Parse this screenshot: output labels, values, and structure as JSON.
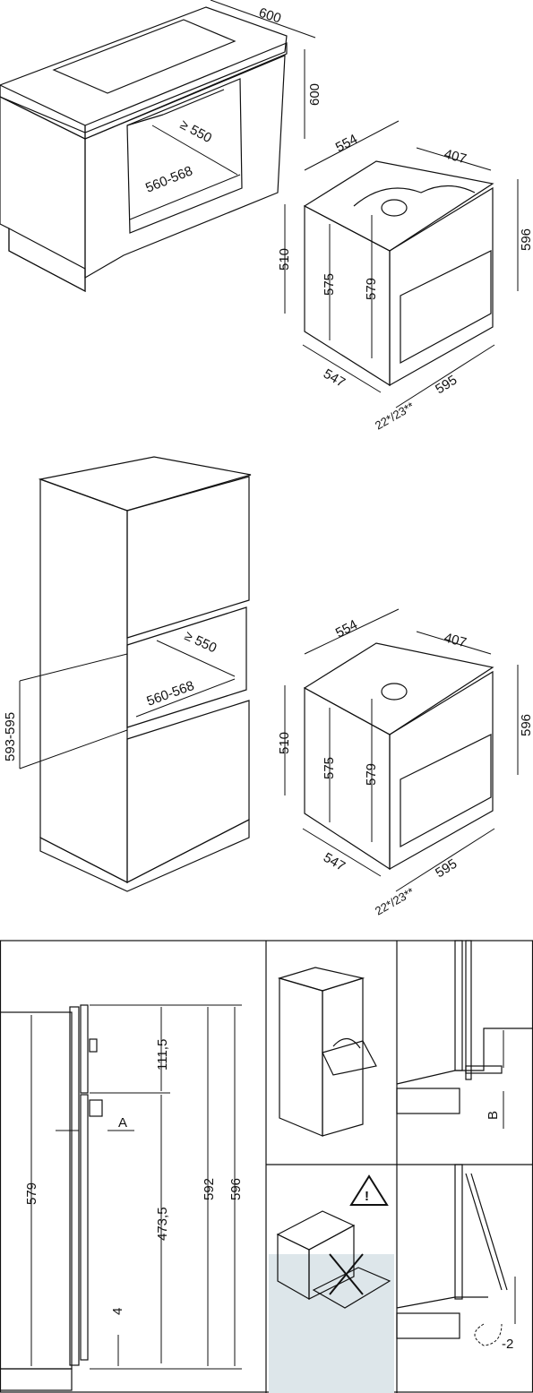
{
  "section1": {
    "cabinet_depth": "600",
    "cabinet_height": "600",
    "niche_depth": "≥ 550",
    "niche_width": "560-568",
    "oven_depth": "554",
    "oven_top_depth": "407",
    "oven_height_total": "596",
    "oven_side_height": "510",
    "oven_body_height": "575",
    "oven_front_height": "579",
    "oven_side_depth": "547",
    "oven_width": "595",
    "front_thickness": "22*/23**"
  },
  "section2": {
    "niche_height": "593-595",
    "niche_depth": "≥ 550",
    "niche_width": "560-568",
    "oven_depth": "554",
    "oven_top_depth": "407",
    "oven_height_total": "596",
    "oven_side_height": "510",
    "oven_body_height": "575",
    "oven_front_height": "579",
    "oven_side_depth": "547",
    "oven_width": "595",
    "front_thickness": "22*/23**"
  },
  "section3": {
    "dim_top": "111,5",
    "dim_middle": "473,5",
    "dim_bottom": "4",
    "dim_body": "579",
    "dim_door": "592",
    "dim_total": "596",
    "label_a": "A",
    "label_b": "B",
    "label_minus2": "-2"
  },
  "colors": {
    "panel": "#e6e6e6",
    "line": "#111111",
    "bg": "#ffffff"
  }
}
